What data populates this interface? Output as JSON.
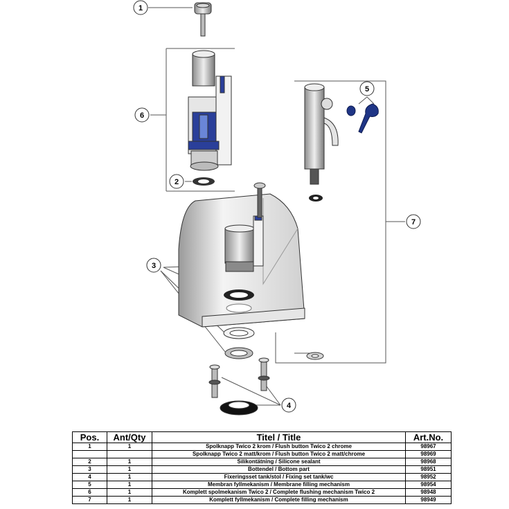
{
  "callouts": [
    "1",
    "2",
    "3",
    "4",
    "5",
    "6",
    "7"
  ],
  "table": {
    "headers": {
      "pos": "Pos.",
      "qty": "Ant/Qty",
      "title": "Titel / Title",
      "art": "Art.No."
    },
    "rows": [
      {
        "pos": "1",
        "qty": "1",
        "title": "Spolknapp Twico 2 krom / Flush button Twico 2 chrome",
        "art": "98967"
      },
      {
        "pos": "",
        "qty": "",
        "title": "Spolknapp Twico 2 matt/krom / Flush button Twico 2 matt/chrome",
        "art": "98969"
      },
      {
        "pos": "2",
        "qty": "1",
        "title": "Silikontätning / Silicone sealant",
        "art": "98968"
      },
      {
        "pos": "3",
        "qty": "1",
        "title": "Bottendel / Bottom part",
        "art": "98951"
      },
      {
        "pos": "4",
        "qty": "1",
        "title": "Fixeringsset tank/stol / Fixing set tank/wc",
        "art": "98952"
      },
      {
        "pos": "5",
        "qty": "1",
        "title": "Membran fyllmekanism / Membrane filling mechanism",
        "art": "98954"
      },
      {
        "pos": "6",
        "qty": "1",
        "title": "Komplett spolmekanism Twico 2 / Complete flushing mechanism Twico 2",
        "art": "98948"
      },
      {
        "pos": "7",
        "qty": "1",
        "title": "Komplett fyllmekanism / Complete filling mechanism",
        "art": "98949"
      }
    ]
  }
}
